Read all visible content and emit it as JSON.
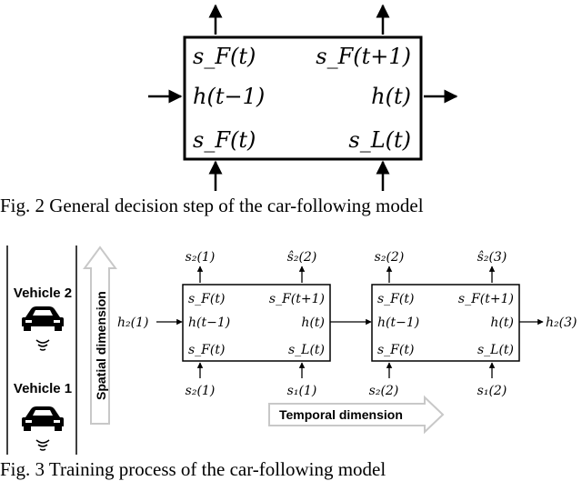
{
  "fig2": {
    "caption": "Fig. 2 General decision step of the car-following model",
    "box": {
      "top_left": "s_F(t)",
      "top_right": "s_F(t+1)",
      "mid_left": "h(t−1)",
      "mid_right": "h(t)",
      "bottom_left": "s_F(t)",
      "bottom_right": "s_L(t)"
    }
  },
  "fig3": {
    "caption": "Fig. 3 Training process of the car-following model",
    "vehicles": [
      "Vehicle 2",
      "Vehicle 1"
    ],
    "spatial_label": "Spatial dimension",
    "temporal_label": "Temporal dimension",
    "input_left": "h₂(1)",
    "output_right": "h₂(3)",
    "box1": {
      "top_left": "s_F(t)",
      "top_right": "s_F(t+1)",
      "mid_left": "h(t−1)",
      "mid_right": "h(t)",
      "bottom_left": "s_F(t)",
      "bottom_right": "s_L(t)",
      "out_top_left": "s₂(1)",
      "out_top_right": "ŝ₂(2)",
      "in_bottom_left": "s₂(1)",
      "in_bottom_right": "s₁(1)"
    },
    "box2": {
      "top_left": "s_F(t)",
      "top_right": "s_F(t+1)",
      "mid_left": "h(t−1)",
      "mid_right": "h(t)",
      "bottom_left": "s_F(t)",
      "bottom_right": "s_L(t)",
      "out_top_left": "s₂(2)",
      "out_top_right": "ŝ₂(3)",
      "in_bottom_left": "s₂(2)",
      "in_bottom_right": "s₁(2)"
    }
  }
}
